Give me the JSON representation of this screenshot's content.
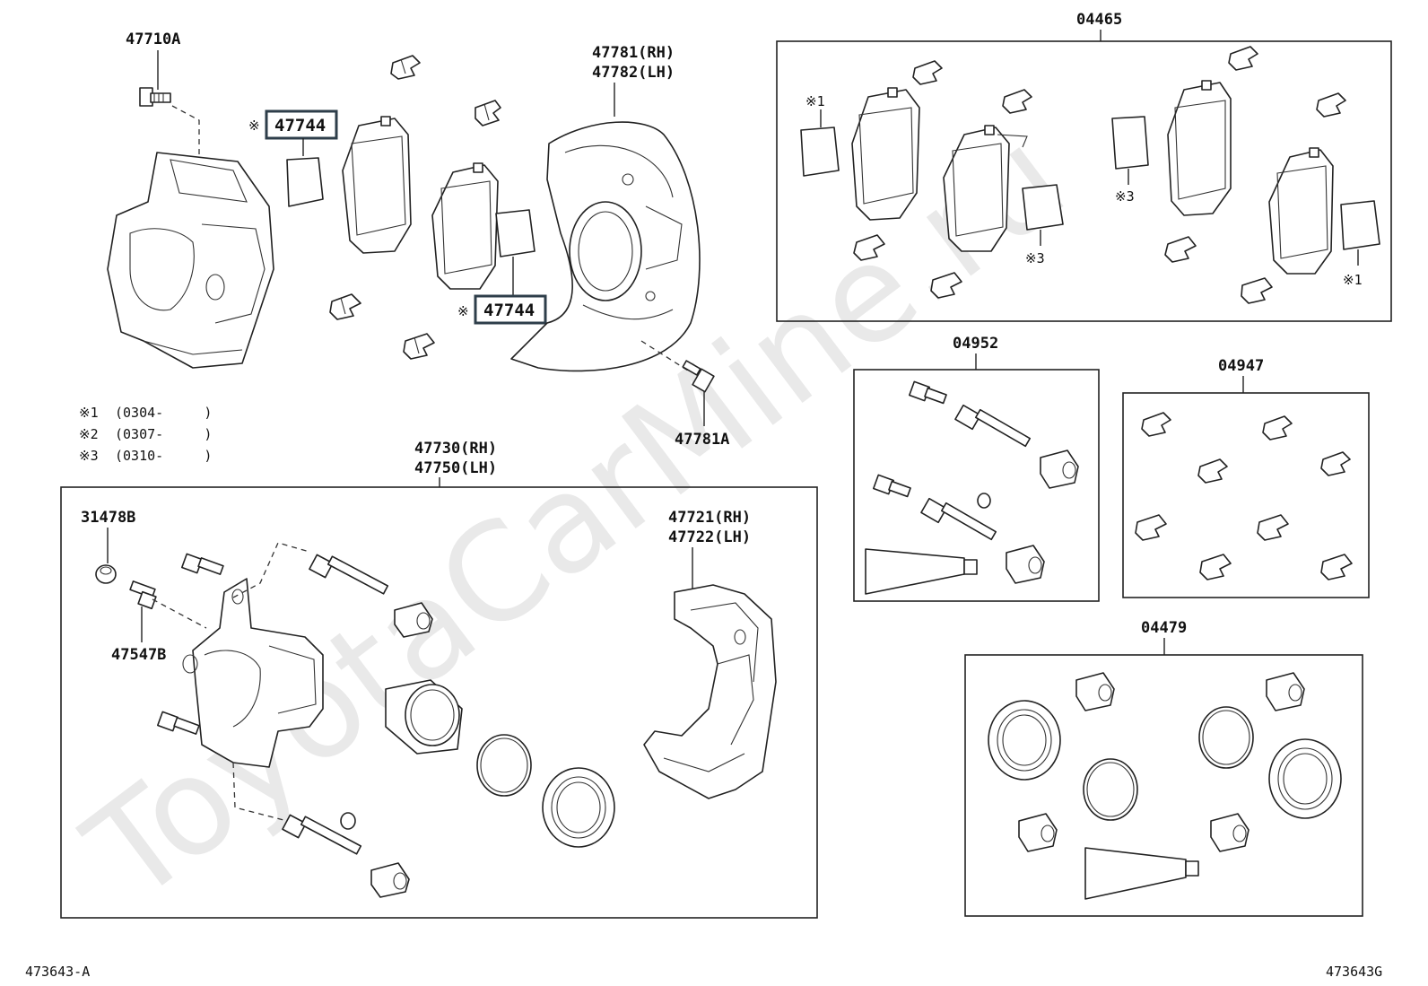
{
  "watermark": "ToyotaCarMine.ru",
  "footer": {
    "left_code": "473643-A",
    "right_code": "473643G"
  },
  "notes": [
    {
      "mark": "※1",
      "range": "(0304-     )"
    },
    {
      "mark": "※2",
      "range": "(0307-     )"
    },
    {
      "mark": "※3",
      "range": "(0310-     )"
    }
  ],
  "callouts": {
    "bolt_top": "47710A",
    "pad_shim_1": "47744",
    "pad_shim_2": "47744",
    "pad_mark": "※",
    "dust_cover_rh": "47781(RH)",
    "dust_cover_lh": "47782(LH)",
    "dust_cover_bolt": "47781A",
    "caliper_rh": "47730(RH)",
    "caliper_lh": "47750(LH)",
    "bleeder_cap": "31478B",
    "bleeder_plug": "47547B",
    "mounting_rh": "47721(RH)",
    "mounting_lh": "47722(LH)"
  },
  "kits": {
    "pad_kit": {
      "code": "04465",
      "marks": [
        "※1",
        "※3",
        "※3",
        "※1"
      ]
    },
    "slide_pin_kit": {
      "code": "04952"
    },
    "clip_kit": {
      "code": "04947"
    },
    "seal_kit": {
      "code": "04479"
    }
  }
}
